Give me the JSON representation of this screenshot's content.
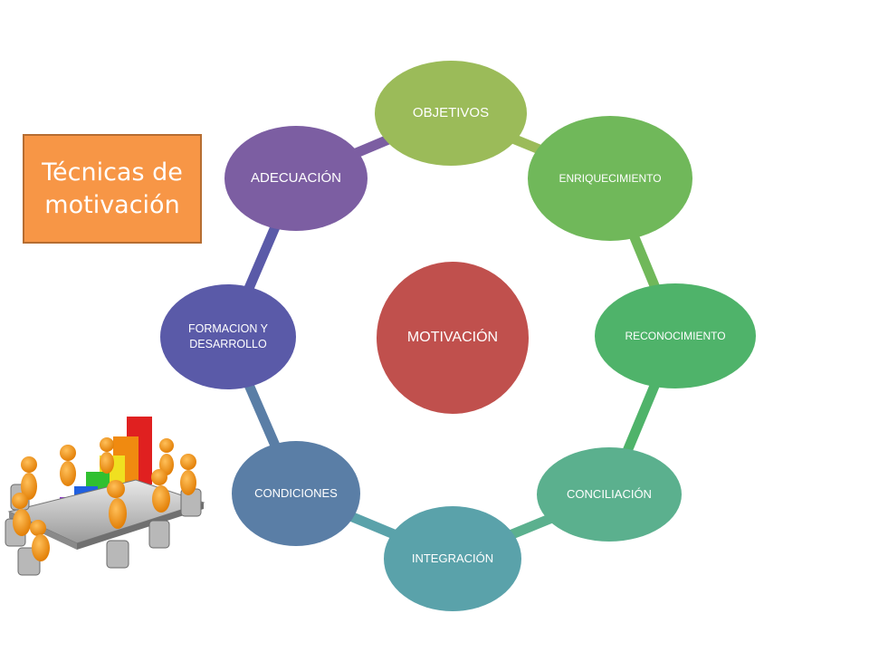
{
  "title": "Técnicas de\nmotivación",
  "center": {
    "label": "MOTIVACIÓN",
    "color": "#c0504d"
  },
  "nodes": [
    {
      "label": "OBJETIVOS",
      "color": "#9bbb59"
    },
    {
      "label": "ENRIQUECIMIENTO",
      "color": "#70b85a"
    },
    {
      "label": "RECONOCIMIENTO",
      "color": "#4fb36a"
    },
    {
      "label": "CONCILIACIÓN",
      "color": "#5bb08e"
    },
    {
      "label": "INTEGRACIÓN",
      "color": "#5aa2aa"
    },
    {
      "label": "CONDICIONES",
      "color": "#5a7ea6"
    },
    {
      "label": "FORMACION Y\nDESARROLLO",
      "color": "#5a5aa8"
    },
    {
      "label": "ADECUACIÓN",
      "color": "#7c5ea2"
    }
  ],
  "connector_colors": [
    "#9bbb59",
    "#70b85a",
    "#4fb36a",
    "#5bb08e",
    "#5aa2aa",
    "#5a7ea6",
    "#5a5aa8",
    "#7c5ea2"
  ],
  "illustration": "meeting-with-bar-chart"
}
